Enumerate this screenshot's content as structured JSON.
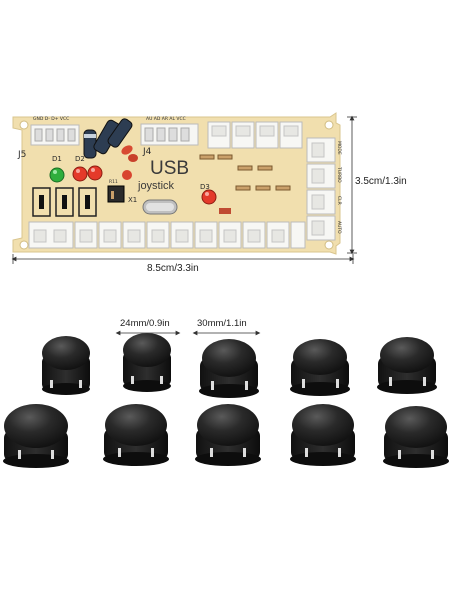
{
  "dimensions": {
    "width_label": "8.5cm/3.3in",
    "height_label": "3.5cm/1.3in",
    "small_button_label": "24mm/0.9in",
    "large_button_label": "30mm/1.1in"
  },
  "board": {
    "title": "USB",
    "subtitle": "joystick",
    "j5_label": "J5",
    "j4_label": "J4",
    "d1_label": "D1",
    "d2_label": "D2",
    "d3_label": "D3",
    "x1_label": "X1",
    "res_label": "R11",
    "top_left_pins": "GND D- D+ VCC",
    "top_mid_pins": "AU AD AR AL VCC",
    "right_labels": [
      "MODE",
      "TURBO",
      "CLR",
      "AUTO"
    ],
    "colors": {
      "pcb": "#f1dfae",
      "connector": "#f6f6f3",
      "led_green": "#2fae3c",
      "led_red": "#e43a2a"
    }
  },
  "buttons": {
    "row1_count": 5,
    "row2_count": 5,
    "color": "#1b1b1b"
  }
}
